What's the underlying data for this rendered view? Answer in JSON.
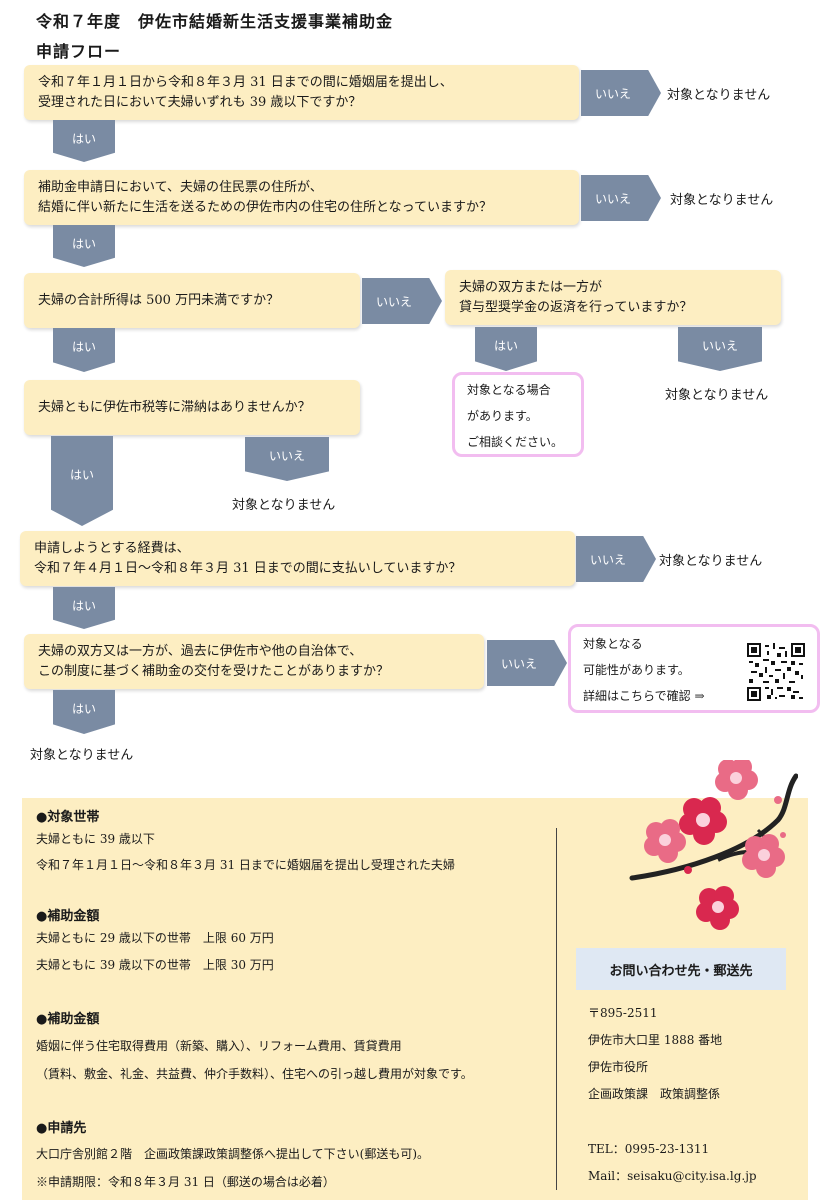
{
  "header": {
    "title": "令和７年度　伊佐市結婚新生活支援事業補助金",
    "subtitle": "申請フロー"
  },
  "flow": {
    "q1": {
      "line1": "令和７年１月１日から令和８年３月 31 日までの間に婚姻届を提出し、",
      "line2": "受理された日において夫婦いずれも 39 歳以下ですか？",
      "no": "いいえ",
      "yes": "はい",
      "result": "対象となりません"
    },
    "q2": {
      "line1": "補助金申請日において、夫婦の住民票の住所が、",
      "line2": "結婚に伴い新たに生活を送るための伊佐市内の住宅の住所となっていますか？",
      "no": "いいえ",
      "yes": "はい",
      "result": "対象となりません"
    },
    "q3": {
      "line1": "夫婦の合計所得は 500 万円未満ですか？",
      "no": "いいえ",
      "yes": "はい"
    },
    "q3b": {
      "line1": "夫婦の双方または一方が",
      "line2": "貸与型奨学金の返済を行っていますか？",
      "yes": "はい",
      "no": "いいえ",
      "no_result": "対象となりません",
      "consult1": "対象となる場合",
      "consult2": "があります。",
      "consult3": "ご相談ください。"
    },
    "q4": {
      "line1": "夫婦ともに伊佐市税等に滞納はありませんか？",
      "yes": "はい",
      "no": "いいえ",
      "result": "対象となりません"
    },
    "q5": {
      "line1": "申請しようとする経費は、",
      "line2": "令和７年４月１日～令和８年３月 31 日までの間に支払いしていますか？",
      "no": "いいえ",
      "yes": "はい",
      "result": "対象となりません"
    },
    "q6": {
      "line1": "夫婦の双方又は一方が、過去に伊佐市や他の自治体で、",
      "line2": "この制度に基づく補助金の交付を受けたことがありますか？",
      "no": "いいえ",
      "yes": "はい",
      "yes_result": "対象となりません"
    },
    "final": {
      "line1": "対象となる",
      "line2": "可能性があります。",
      "line3": "詳細はこちらで確認 ⇒"
    }
  },
  "info": {
    "target": {
      "head": "●対象世帯",
      "l1": "夫婦ともに 39 歳以下",
      "l2": "令和７年１月１日～令和８年３月 31 日までに婚姻届を提出し受理された夫婦"
    },
    "amount": {
      "head": "●補助金額",
      "l1": "夫婦ともに 29 歳以下の世帯　上限 60 万円",
      "l2": "夫婦ともに 39 歳以下の世帯　上限 30 万円"
    },
    "expense": {
      "head": "●補助金額",
      "l1": "婚姻に伴う住宅取得費用（新築、購入）、リフォーム費用、賃貸費用",
      "l2": "（賃料、敷金、礼金、共益費、仲介手数料）、住宅への引っ越し費用が対象です。"
    },
    "apply": {
      "head": "●申請先",
      "l1": "大口庁舎別館２階　企画政策課政策調整係へ提出して下さい(郵送も可)。",
      "l2": "※申請期限：令和８年３月 31 日（郵送の場合は必着）"
    }
  },
  "contact": {
    "head": "お問い合わせ先・郵送先",
    "zip": "〒895-2511",
    "address": "伊佐市大口里 1888 番地",
    "office": "伊佐市役所",
    "dept": "企画政策課　政策調整係",
    "tel": "TEL：0995-23-1311",
    "mail": "Mail：seisaku@city.isa.lg.jp"
  },
  "colors": {
    "question_bg": "#fdeec2",
    "arrow": "#7a8ba3",
    "pink_border": "#f2bdf0",
    "contact_bg": "#dfe8f3"
  }
}
